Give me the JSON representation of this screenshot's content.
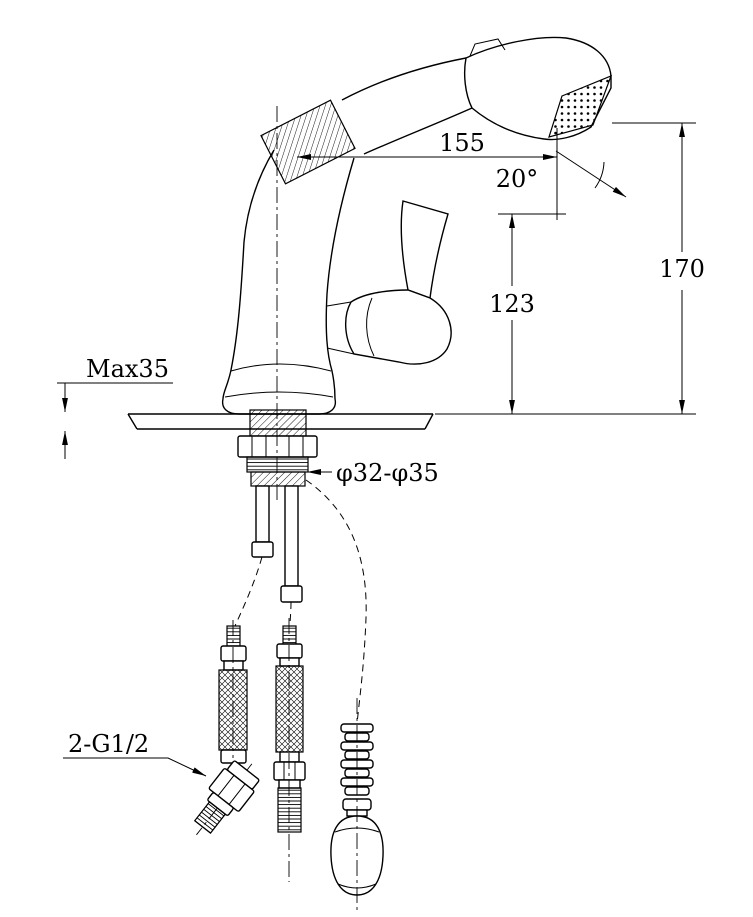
{
  "drawing": {
    "kind": "pull-out-spray-basin-faucet-installation-drawing",
    "background": "#ffffff",
    "line_color": "#000000",
    "dimensions": {
      "spout_reach": "155",
      "spray_angle": "20°",
      "overall_height": "170",
      "outlet_height": "123",
      "max_deck_thickness": "Max35",
      "mounting_hole_diameter": "φ32-φ35",
      "inlet_connection": "2-G1/2"
    }
  }
}
